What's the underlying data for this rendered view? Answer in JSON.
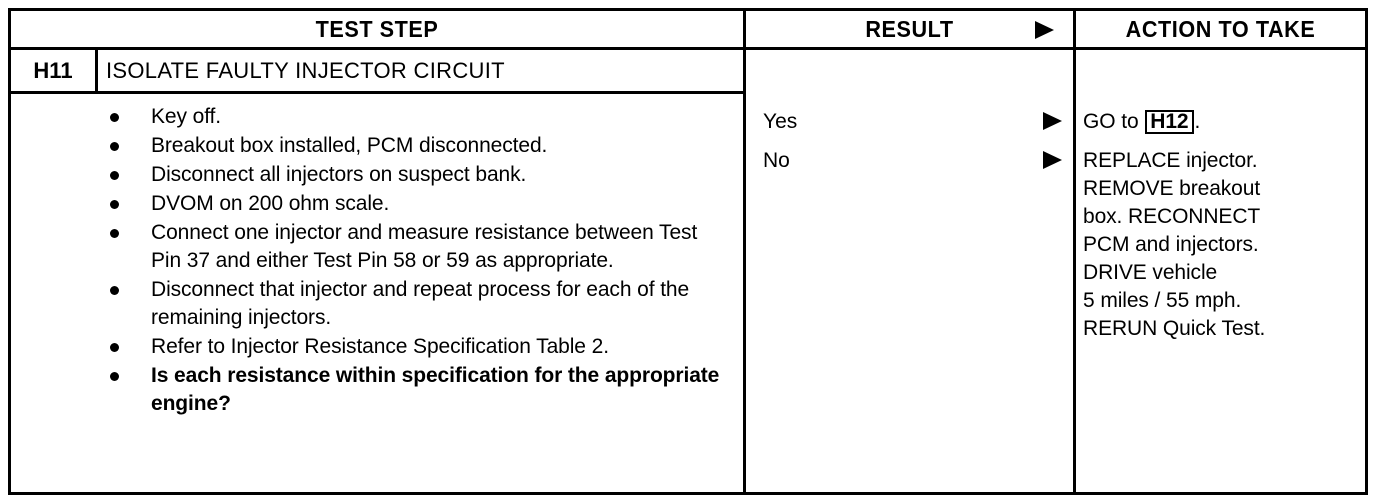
{
  "document": {
    "type": "diagnostic-pinpoint-test-table"
  },
  "table": {
    "headers": {
      "test_step": "TEST STEP",
      "result": "RESULT",
      "action": "ACTION TO TAKE",
      "result_arrow_icon": "right-triangle-icon"
    },
    "step": {
      "id": "H11",
      "title": "ISOLATE FAULTY INJECTOR CIRCUIT",
      "instructions": [
        {
          "text": "Key off.",
          "bold": false
        },
        {
          "text": "Breakout box installed, PCM disconnected.",
          "bold": false
        },
        {
          "text": "Disconnect all injectors on suspect bank.",
          "bold": false
        },
        {
          "text": "DVOM on 200 ohm scale.",
          "bold": false
        },
        {
          "text": "Connect one injector and measure resistance between Test Pin 37 and either Test Pin 58 or 59 as appropriate.",
          "bold": false
        },
        {
          "text": "Disconnect that injector and repeat process for each of the remaining injectors.",
          "bold": false
        },
        {
          "text": "Refer to Injector Resistance Specification Table 2.",
          "bold": false
        },
        {
          "text": "Is each resistance within specification for the appropriate engine?",
          "bold": true
        }
      ]
    },
    "results": [
      {
        "label": "Yes",
        "arrow_icon": "right-triangle-icon"
      },
      {
        "label": "No",
        "arrow_icon": "right-triangle-icon"
      }
    ],
    "actions": {
      "yes": {
        "prefix": "GO to ",
        "reference": "H12",
        "suffix": "."
      },
      "no_lines": [
        "REPLACE injector.",
        "REMOVE breakout",
        "box. RECONNECT",
        "PCM and injectors.",
        "DRIVE vehicle",
        "5 miles / 55 mph.",
        "RERUN Quick Test."
      ]
    }
  },
  "colors": {
    "ink": "#000000",
    "paper": "#ffffff"
  }
}
